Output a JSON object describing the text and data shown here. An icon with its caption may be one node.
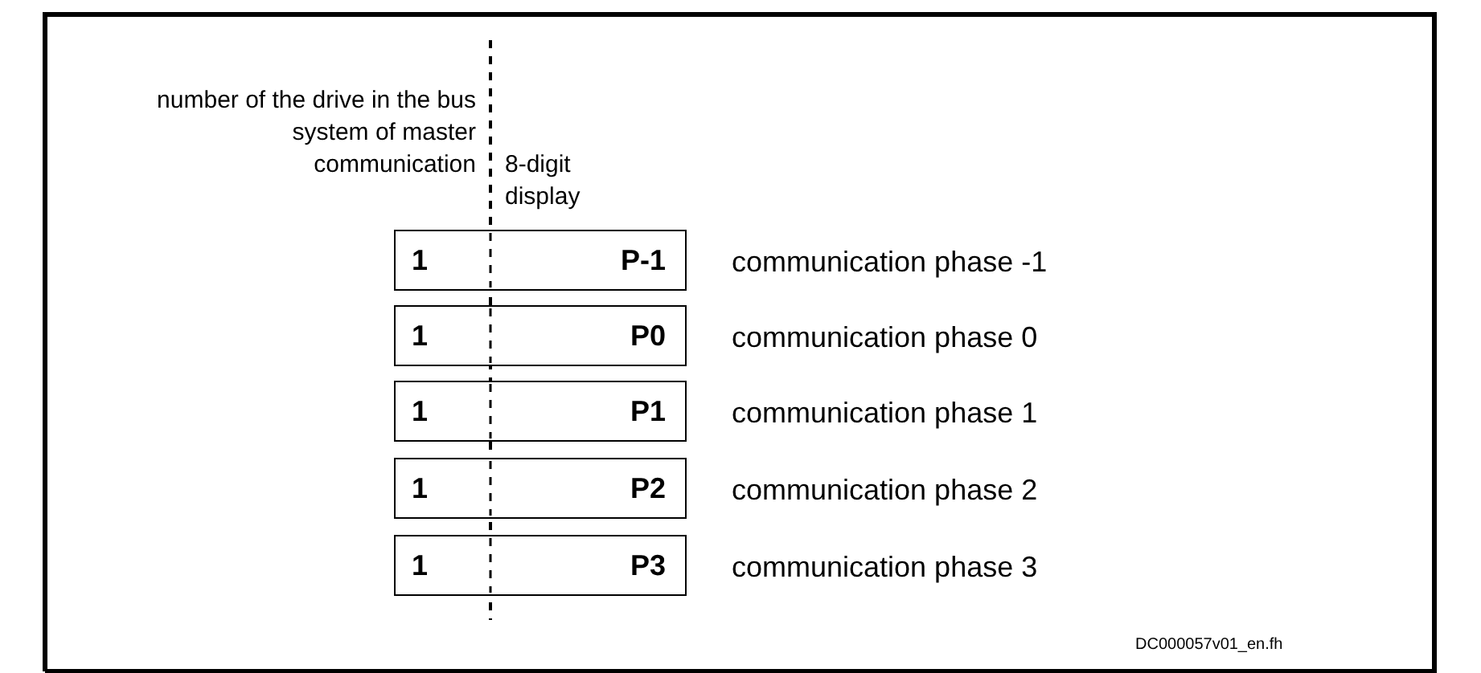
{
  "diagram": {
    "nodes": [
      {
        "text": [
          "1",
          "P-1"
        ],
        "beside": [
          "communication phase -1"
        ]
      },
      {
        "text": [
          "1",
          "P0"
        ],
        "beside": [
          "communication phase 0"
        ]
      },
      {
        "text": [
          "1",
          "P1"
        ],
        "beside": [
          "communication phase 1"
        ]
      },
      {
        "text": [
          "1",
          "P2"
        ],
        "beside": [
          "communication phase 2"
        ]
      },
      {
        "text": [
          "1",
          "P3"
        ],
        "beside": [
          "communication phase 3"
        ]
      }
    ],
    "labels": [
      "number of the drive in the bus system of master communication",
      "8-digit display",
      "DC000057v01_en.fh"
    ]
  }
}
